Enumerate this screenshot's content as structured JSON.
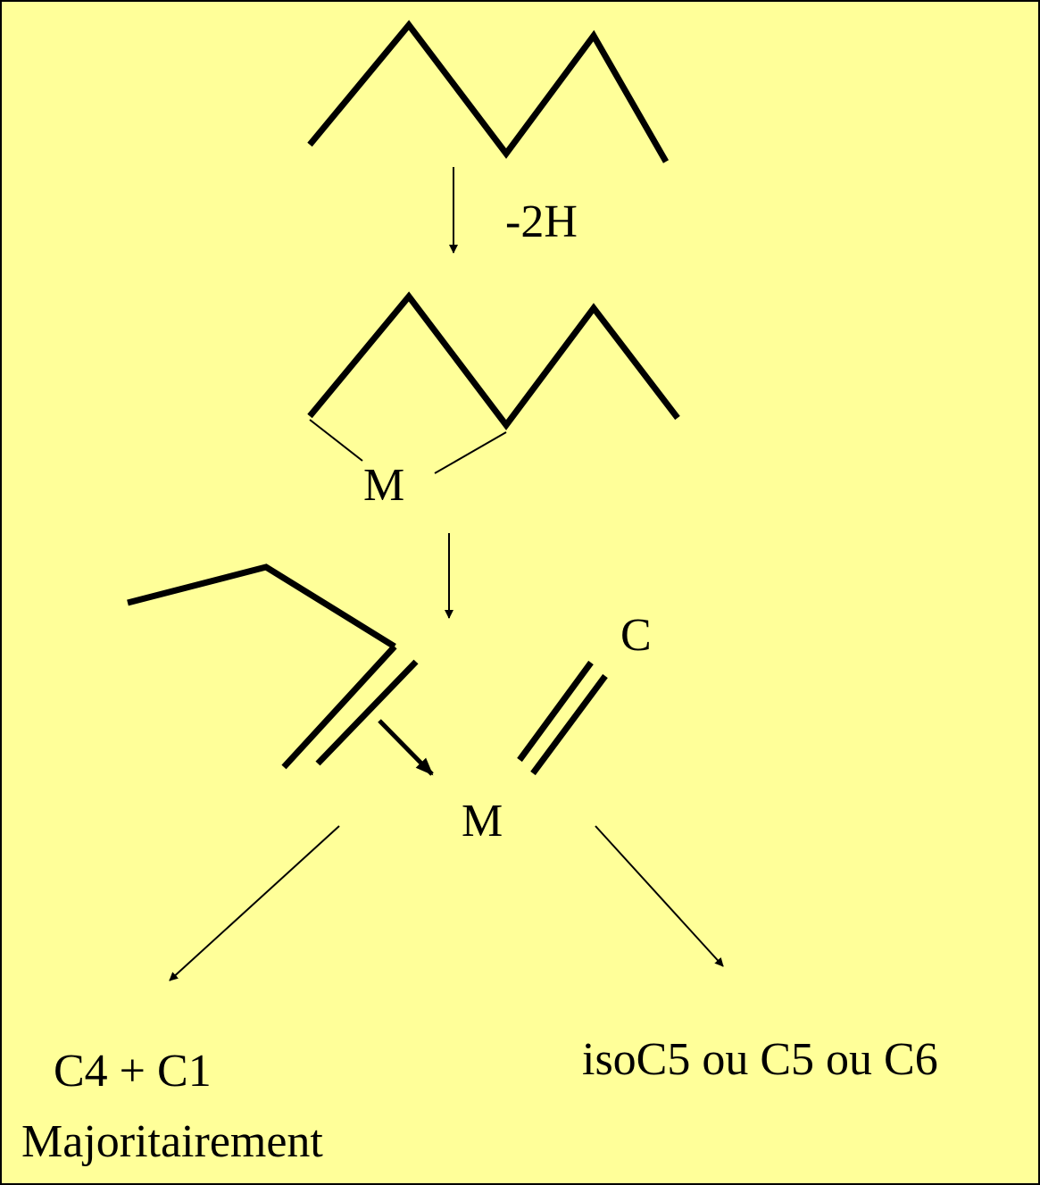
{
  "colors": {
    "background": "#FFFF99",
    "border": "#000000",
    "ink": "#000000"
  },
  "labels": {
    "step1_reagent": "-2H",
    "metal_top": "M",
    "carbon": "C",
    "metal_bottom": "M",
    "product_left_line1": "C4 + C1",
    "product_left_line2": "Majoritairement",
    "product_right": "isoC5 ou C5 ou C6"
  }
}
